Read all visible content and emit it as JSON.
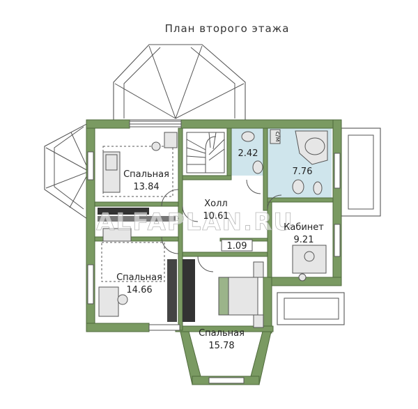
{
  "title": "План второго этажа",
  "watermark": "ALFAPLAN.RU",
  "rooms": {
    "bedroom_nw": {
      "name": "Спальная",
      "area": "13.84"
    },
    "bedroom_sw": {
      "name": "Спальная",
      "area": "14.66"
    },
    "bedroom_s": {
      "name": "Спальная",
      "area": "15.78"
    },
    "hall": {
      "name": "Холл",
      "area": "10.61"
    },
    "office": {
      "name": "Кабинет",
      "area": "9.21"
    },
    "wc": {
      "area": "2.42"
    },
    "bathroom": {
      "area": "7.76"
    },
    "closet": {
      "area": "1.09"
    },
    "tag": "с/м"
  },
  "colors": {
    "walls": "#7a9a62",
    "wet_area": "#cfe5ec",
    "floor": "#ffffff"
  }
}
